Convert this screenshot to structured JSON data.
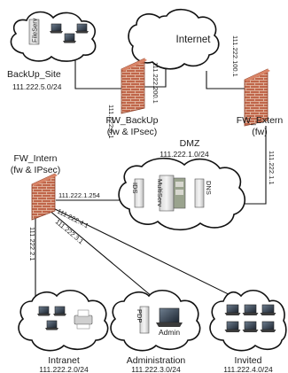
{
  "backup_site": {
    "name": "BackUp_Site",
    "subnet": "111.222.5.0/24",
    "server_label": "FileServ"
  },
  "internet": {
    "name": "Internet"
  },
  "fw_backup": {
    "name": "FW_BackUp",
    "desc": "(fw & IPsec)",
    "ip_left": "111.222.5.1",
    "ip_right": "111.222.200.1"
  },
  "fw_extern": {
    "name": "FW_Extern",
    "desc": "(fw)",
    "ip_top": "111.222.100.1",
    "ip_bottom": "111.222.1.1"
  },
  "fw_intern": {
    "name": "FW_Intern",
    "desc": "(fw & IPsec)",
    "ip_dmz": "111.222.1.254",
    "ip_intranet": "111.222.2.1",
    "ip_admin": "111.222.3.1",
    "ip_invited": "111.222.4.1"
  },
  "dmz": {
    "name": "DMZ",
    "subnet": "111.222.1.0/24",
    "servers": [
      "IDS",
      "MultiServ",
      "DNS"
    ]
  },
  "intranet": {
    "name": "Intranet",
    "subnet": "111.222.2.0/24"
  },
  "administration": {
    "name": "Administration",
    "subnet": "111.222.3.0/24",
    "pdp_label": "PDP",
    "admin_label": "Admin"
  },
  "invited": {
    "name": "Invited",
    "subnet": "111.222.4.0/24"
  }
}
